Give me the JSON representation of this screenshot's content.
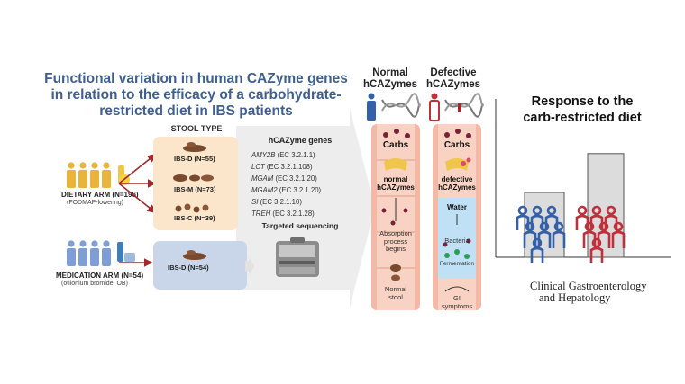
{
  "title": "Functional variation in human CAZyme genes in relation to the efficacy of a carbohydrate-restricted diet in IBS patients",
  "stool": {
    "heading": "STOOL TYPE",
    "groups": [
      "IBS-D (N=55)",
      "IBS-M (N=73)",
      "IBS-C (N=39)"
    ],
    "medication_group": "IBS-D (N=54)"
  },
  "arms": {
    "dietary": {
      "label": "DIETARY ARM (N=196)",
      "sub": "(FODMAP-lowering)"
    },
    "medication": {
      "label": "MEDICATION ARM (N=54)",
      "sub": "(otilonium bromide, OB)"
    }
  },
  "genes": {
    "heading": "hCAZyme genes",
    "items": [
      {
        "name": "AMY2B",
        "ec": "(EC 3.2.1.1)"
      },
      {
        "name": "LCT",
        "ec": "(EC 3.2.1.108)"
      },
      {
        "name": "MGAM",
        "ec": "(EC 3.2.1.20)"
      },
      {
        "name": "MGAM2",
        "ec": "(EC 3.2.1.20)"
      },
      {
        "name": "SI",
        "ec": "(EC 3.2.1.10)"
      },
      {
        "name": "TREH",
        "ec": "(EC 3.2.1.28)"
      }
    ],
    "sequencing": "Targeted sequencing"
  },
  "normal": {
    "heading_1": "Normal",
    "heading_2": "hCAZymes",
    "carbs": "Carbs",
    "enzyme_1": "normal",
    "enzyme_2": "hCAZymes",
    "absorption": [
      "Absorption",
      "process",
      "begins"
    ],
    "stool": [
      "Normal",
      "stool"
    ]
  },
  "defective": {
    "heading_1": "Defective",
    "heading_2": "hCAZymes",
    "carbs": "Carbs",
    "enzyme_1": "defective",
    "enzyme_2": "hCAZymes",
    "water": "Water",
    "bacteria": "Bacteria",
    "fermentation": "Fermentation",
    "symptoms": [
      "GI",
      "symptoms"
    ]
  },
  "response": {
    "title_1": "Response to the",
    "title_2": "carb-restricted diet"
  },
  "response_levels": {
    "blue_group": 0.45,
    "red_group": 0.72
  },
  "journal": [
    "Clinical Gastroenterology",
    "and Hepatology"
  ],
  "colors": {
    "title": "#3f5f8f",
    "stool_box": "#fbe6cb",
    "med_box": "#c9d6ea",
    "dietary_person": "#e8b43b",
    "medication_person": "#7f9ed6",
    "arrow_red": "#a3282e",
    "gut": "#f3b9a6",
    "blue_group": "#3360a8",
    "red_group": "#c0303a",
    "water": "#bfe0f5"
  }
}
